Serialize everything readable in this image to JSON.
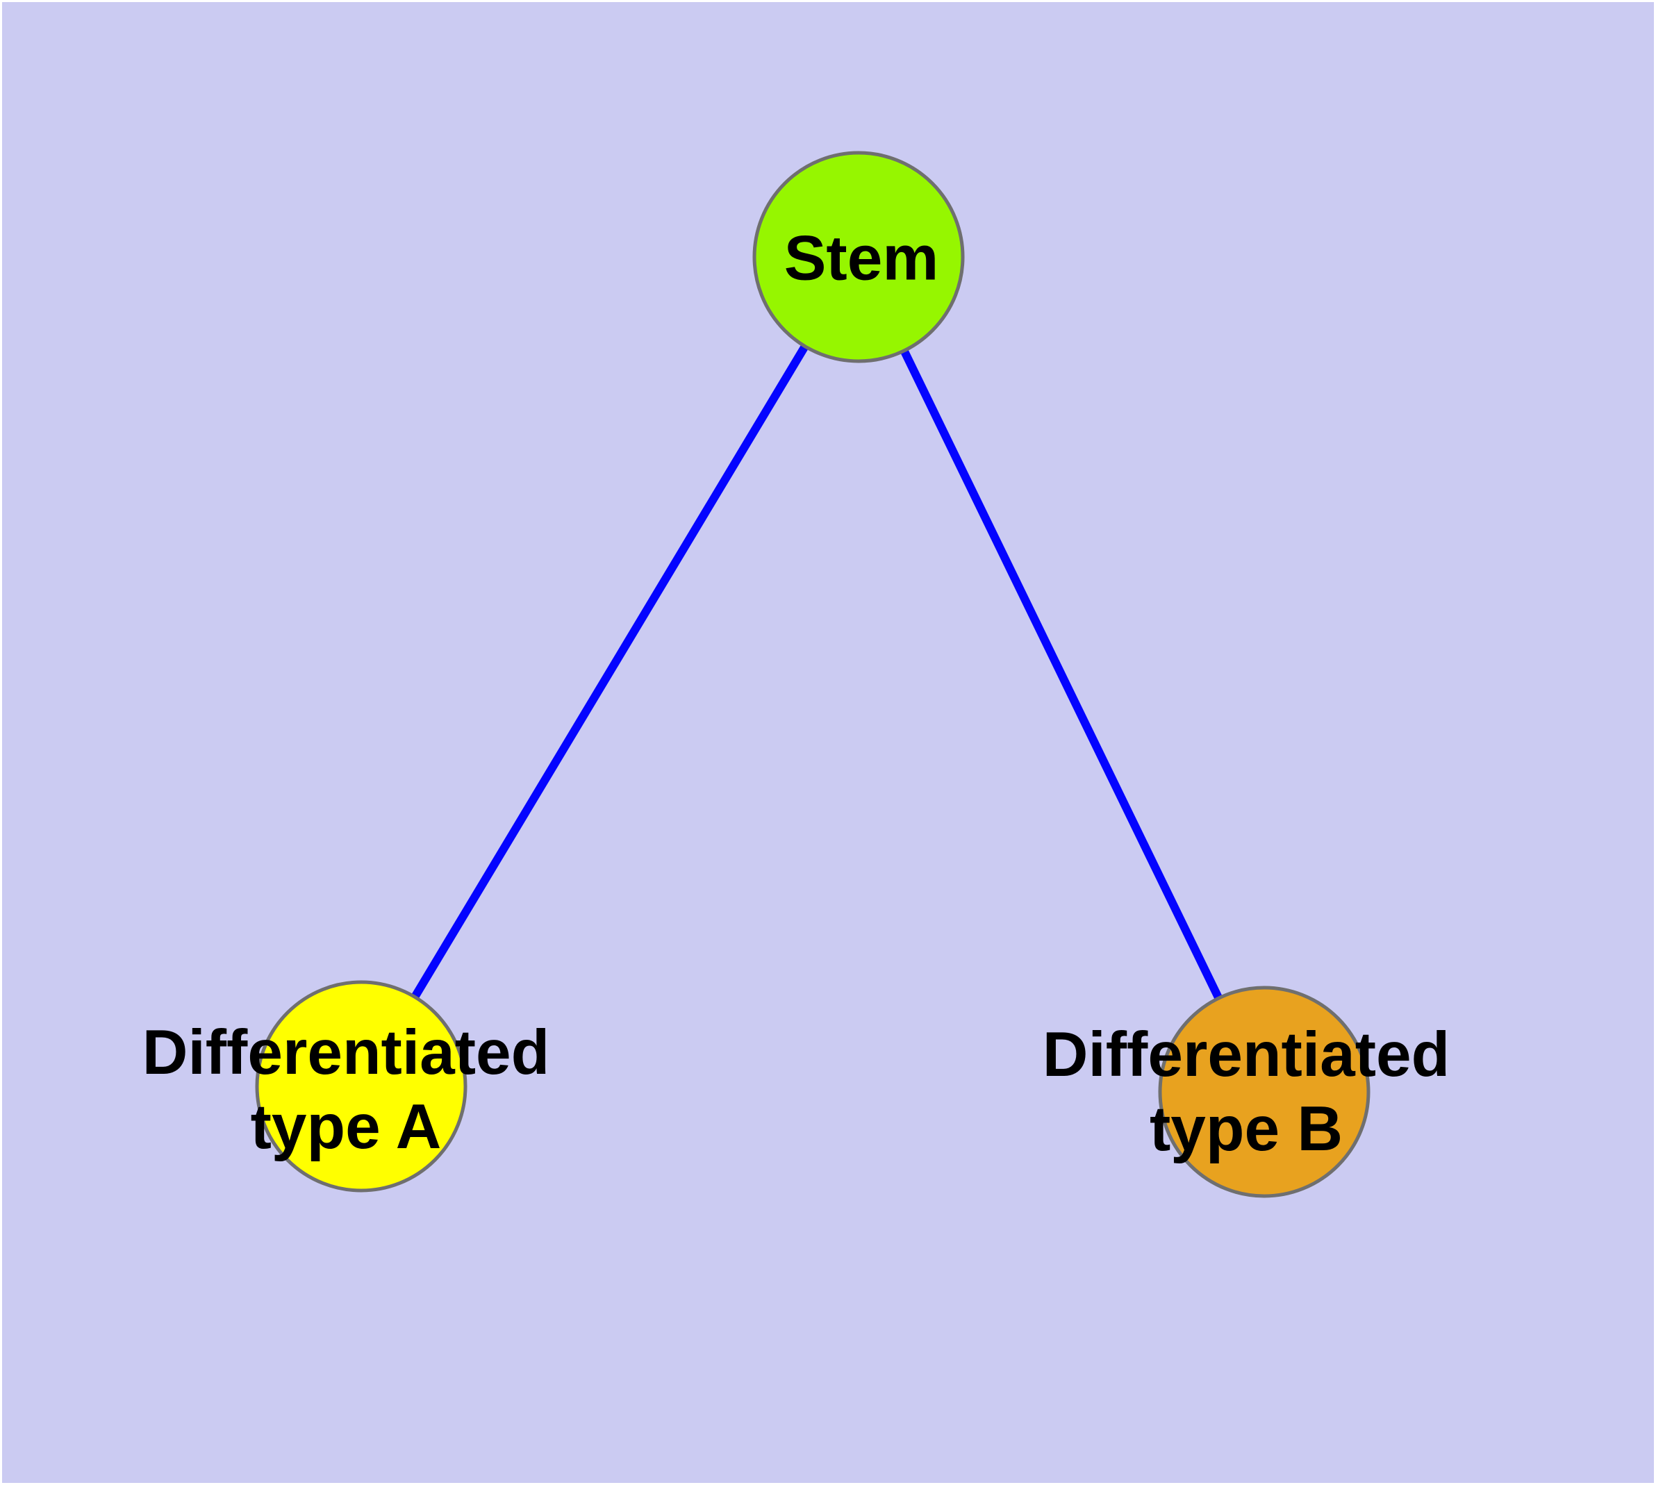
{
  "diagram": {
    "title": "",
    "background_color": "#CBCBF2",
    "frame_color": "#FFFFFF",
    "node_border_color": "#6F6F6F",
    "edge_color": "#0404FF",
    "label_color": "#000000",
    "nodes": [
      {
        "id": "stem",
        "label": "Stem",
        "label_line1": "Stem",
        "label_line2": "",
        "color": "#96F600"
      },
      {
        "id": "type-a",
        "label": "Differentiated type A",
        "label_line1": "Differentiated",
        "label_line2": "type A",
        "color": "#FFFF00"
      },
      {
        "id": "type-b",
        "label": "Differentiated type B",
        "label_line1": "Differentiated",
        "label_line2": "type B",
        "color": "#E8A21F"
      }
    ],
    "edges": [
      {
        "from": "Stem",
        "to": "Differentiated type A"
      },
      {
        "from": "Stem",
        "to": "Differentiated type B"
      }
    ]
  }
}
